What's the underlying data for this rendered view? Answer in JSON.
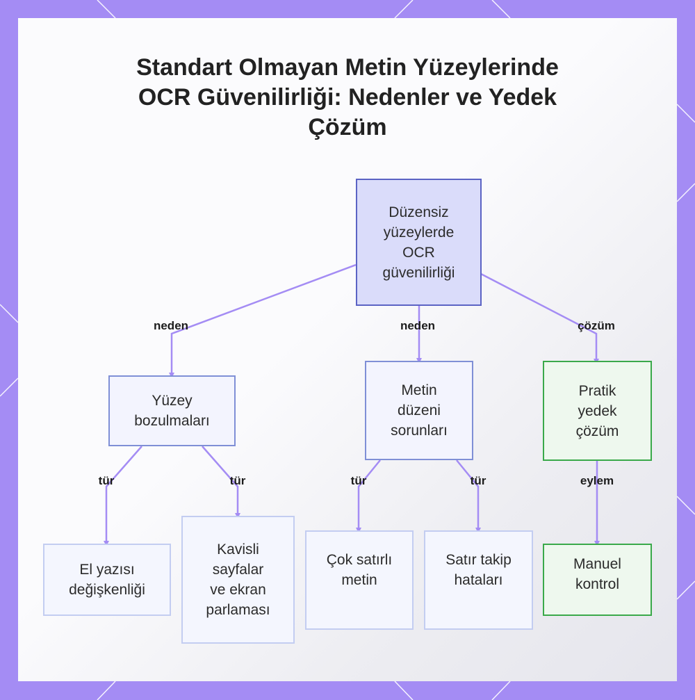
{
  "title": {
    "line1": "Standart Olmayan Metin Yüzeylerinde",
    "line2": "OCR Güvenilirliği: Nedenler ve Yedek",
    "line3": "Çözüm"
  },
  "nodes": {
    "root": [
      "Düzensiz",
      "yüzeylerde",
      "OCR",
      "güvenilirliği"
    ],
    "surface": [
      "Yüzey",
      "bozulmaları"
    ],
    "layout": [
      "Metin",
      "düzeni",
      "sorunları"
    ],
    "solution": [
      "Pratik",
      "yedek",
      "çözüm"
    ],
    "handwriting": [
      "El yazısı",
      "değişkenliği"
    ],
    "curved": [
      "Kavisli",
      "sayfalar",
      "ve ekran",
      "parlaması"
    ],
    "multiline": [
      "Çok satırlı",
      "metin"
    ],
    "tracking": [
      "Satır takip",
      "hataları"
    ],
    "manual": [
      "Manuel",
      "kontrol"
    ]
  },
  "edge_labels": {
    "root_surface": "neden",
    "root_layout": "neden",
    "root_solution": "çözüm",
    "surface_handwriting": "tür",
    "surface_curved": "tür",
    "layout_multiline": "tür",
    "layout_tracking": "tür",
    "solution_manual": "eylem"
  },
  "colors": {
    "frame": "#a48cf4",
    "edge": "#a48cf4",
    "root_fill": "#dadcfa",
    "root_border": "#5b63c4",
    "solution_border": "#3aa94a"
  }
}
